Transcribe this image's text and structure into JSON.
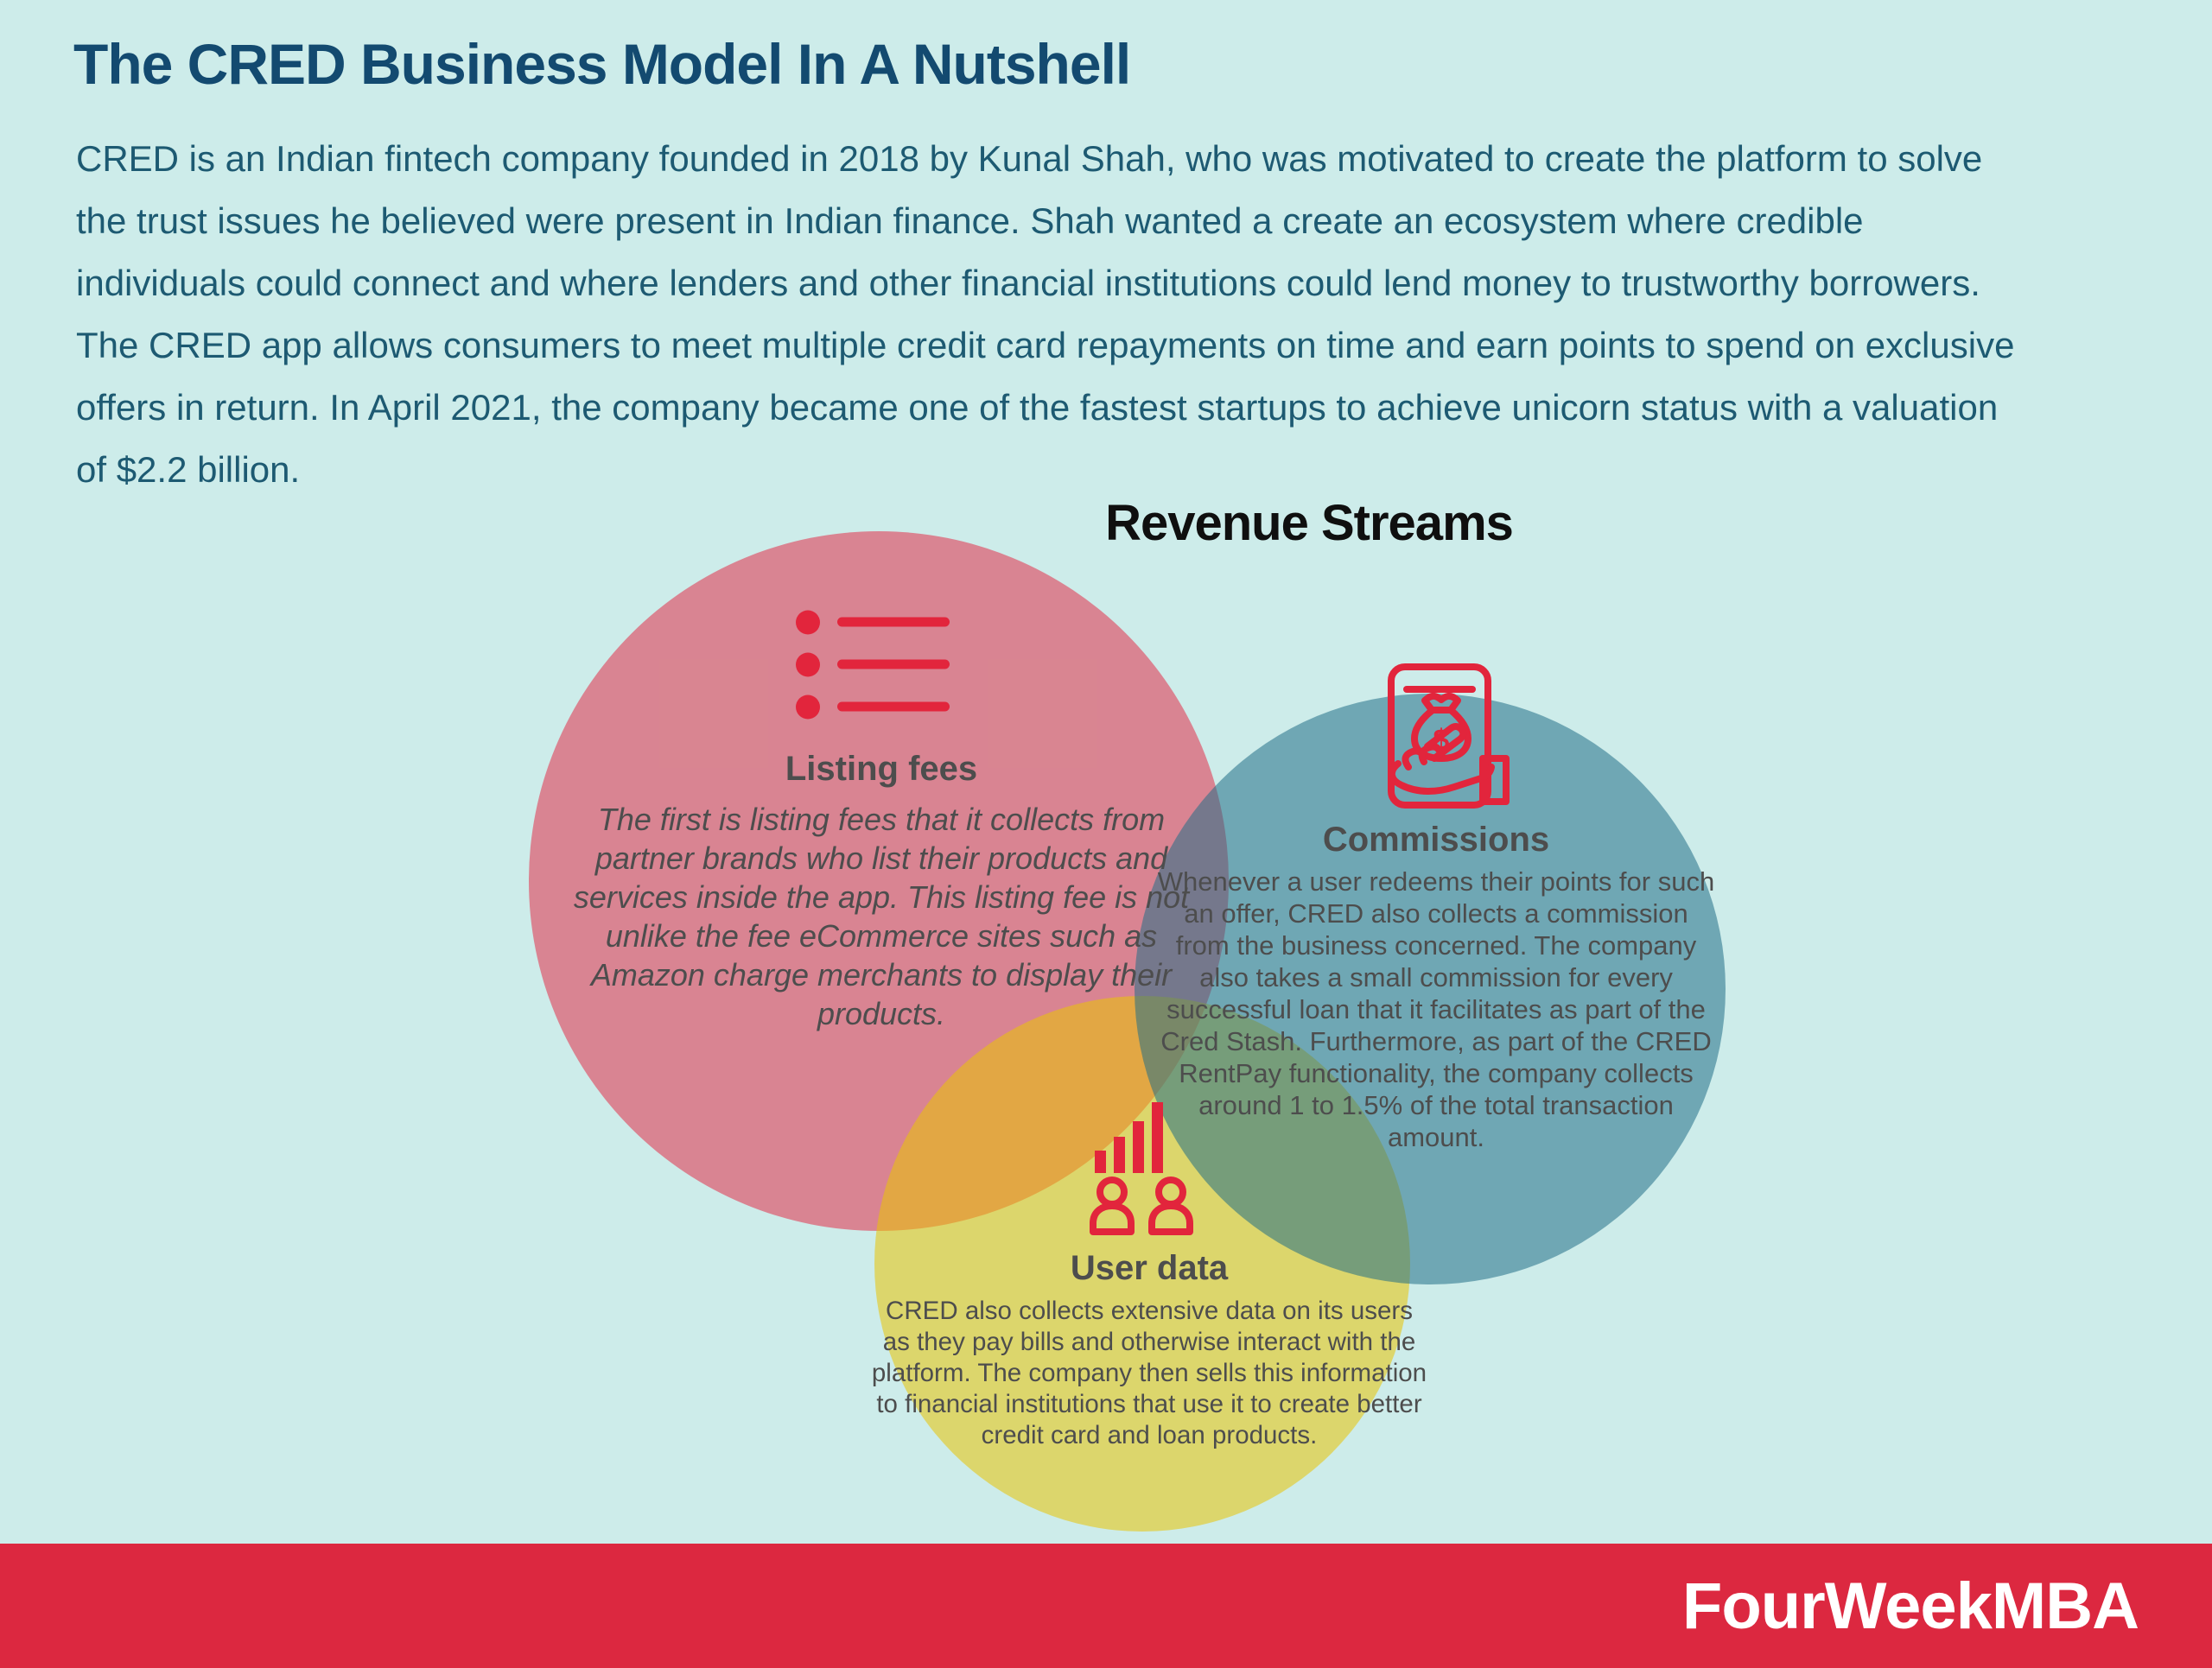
{
  "page": {
    "title": "The CRED Business Model In A Nutshell",
    "intro": "CRED is an Indian fintech company founded in 2018 by Kunal Shah, who was motivated to create the platform to solve the trust issues he believed were present in Indian finance. Shah wanted a create an ecosystem where credible individuals could connect and where lenders and other financial institutions could lend money to trustworthy borrowers. The CRED app allows consumers to meet multiple credit card repayments on time and earn points to spend on exclusive offers in return. In April 2021, the company became one of the fastest startups to achieve unicorn status with a valuation of $2.2 billion.",
    "section_title": "Revenue Streams"
  },
  "venn": {
    "circles": [
      {
        "id": "listing-fees",
        "title": "Listing fees",
        "text": "The first is listing fees that it collects from partner brands who list their products and services inside the app. This listing fee is not unlike the fee eCommerce sites such as Amazon charge merchants to display their products.",
        "icon": "bulleted-list-icon",
        "fill": "rgba(227,48,72,0.55)"
      },
      {
        "id": "commissions",
        "title": "Commissions",
        "text": "Whenever a user redeems their points for such an offer, CRED also collects a commission from the business concerned. The company also takes a small commission for every successful loan that it facilitates as part of the Cred Stash. Furthermore, as part of the CRED RentPay functionality, the company collects around 1 to 1.5% of the total transaction amount.",
        "icon": "money-hand-icon",
        "fill": "rgba(34,111,134,0.55)"
      },
      {
        "id": "user-data",
        "title": "User data",
        "text": "CRED also collects extensive data on its users as they pay bills and otherwise interact with the platform. The company then sells this information to financial institutions that use it to create better credit card and loan products.",
        "icon": "user-growth-icon",
        "fill": "rgba(234,197,3,0.55)"
      }
    ]
  },
  "footer": {
    "brand": "FourWeekMBA"
  },
  "colors": {
    "background": "#cdecea",
    "title": "#134a70",
    "body_text": "#1d5a72",
    "section_title": "#0f0f0f",
    "circle_text": "#4d4d4d",
    "accent_red": "#e2253c",
    "footer_bar": "#dc2840",
    "footer_text": "#ffffff"
  }
}
